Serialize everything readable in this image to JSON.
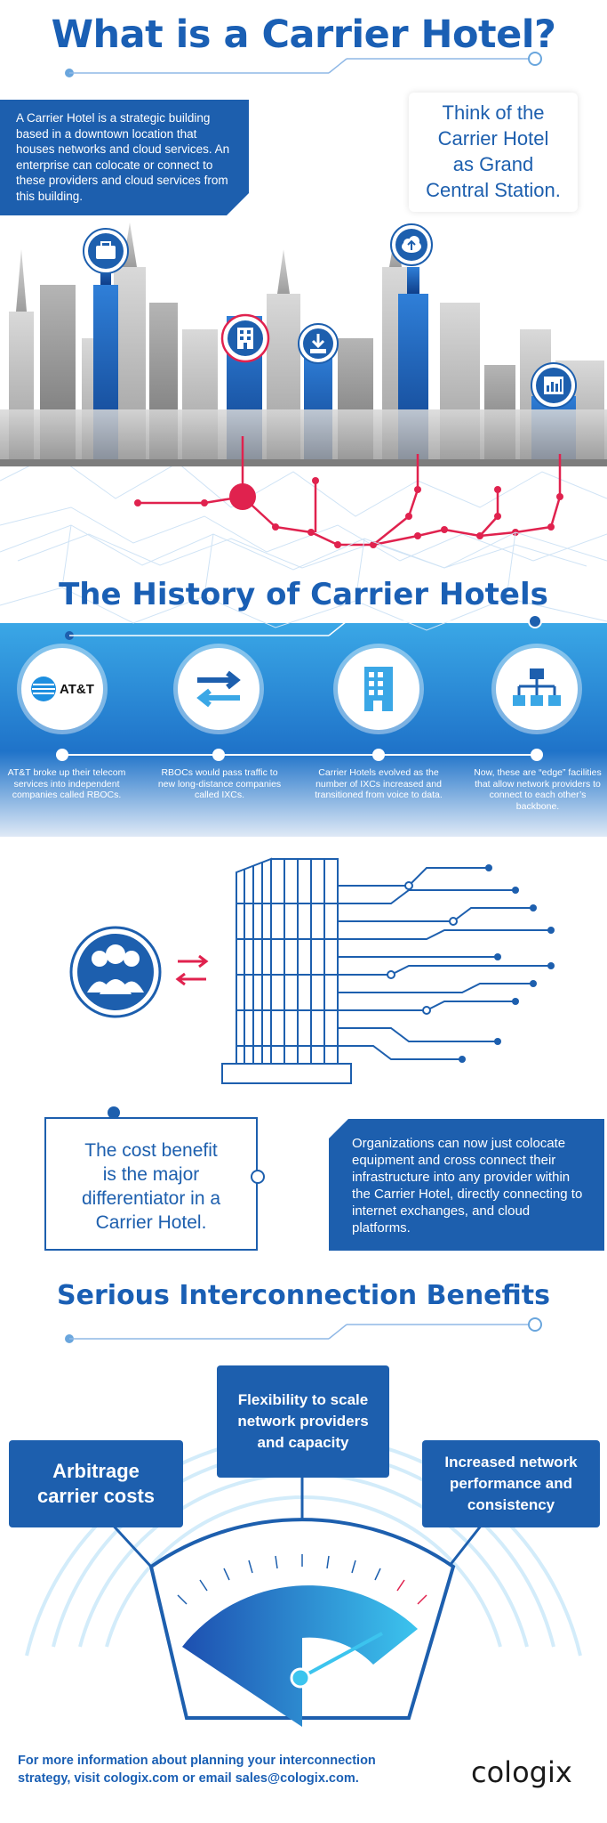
{
  "header": {
    "title": "What is a Carrier Hotel?",
    "intro": "A Carrier Hotel is a strategic building based in a downtown location that houses networks and cloud services. An enterprise can colocate or connect to these providers and cloud services from this building.",
    "think": [
      "Think of the",
      "Carrier Hotel",
      "as Grand",
      "Central Station."
    ]
  },
  "skyline_icons": [
    "briefcase-icon",
    "building-icon",
    "download-icon",
    "cloud-upload-icon",
    "bar-chart-icon"
  ],
  "history": {
    "title": "The History of Carrier Hotels",
    "att_logo": "AT&T",
    "steps": [
      {
        "icon": "att-logo-icon",
        "text": "AT&T broke up their telecom services into independent companies called RBOCs."
      },
      {
        "icon": "exchange-arrows-icon",
        "text": "RBOCs would pass traffic to new long-distance companies called IXCs."
      },
      {
        "icon": "building-icon",
        "text": "Carrier Hotels evolved as the number of IXCs increased and transitioned from voice to data."
      },
      {
        "icon": "network-hierarchy-icon",
        "text": "Now, these are “edge” facilities that allow network providers to connect to each other’s backbone."
      }
    ]
  },
  "cost": {
    "lines": [
      "The cost benefit",
      "is the major",
      "differentiator in a",
      "Carrier Hotel."
    ],
    "org_text": "Organizations can now just colocate equipment and cross connect their infrastructure into any provider within the Carrier Hotel, directly connecting to internet exchanges, and cloud platforms."
  },
  "benefits": {
    "title": "Serious Interconnection Benefits",
    "items": [
      {
        "lines": [
          "Arbitrage",
          "carrier costs"
        ]
      },
      {
        "lines": [
          "Flexibility to scale",
          "network providers",
          "and capacity"
        ]
      },
      {
        "lines": [
          "Increased network",
          "performance and",
          "consistency"
        ]
      }
    ]
  },
  "footer": {
    "lines": [
      "For more information about planning your interconnection",
      "strategy, visit cologix.com or email sales@cologix.com."
    ],
    "logo": "cologix"
  },
  "colors": {
    "primary": "#1d5fae",
    "title": "#1a5fb4",
    "accent_red": "#e0224e",
    "light_blue": "#3aa7e6"
  }
}
